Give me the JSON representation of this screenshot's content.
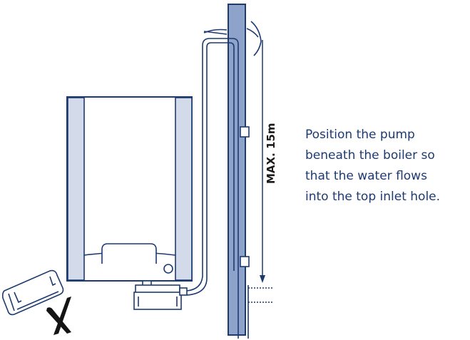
{
  "diagram": {
    "height_label": "MAX. 15m",
    "instruction_lines": [
      "Position the pump",
      "beneath the boiler so",
      "that the water flows",
      "into the top inlet hole."
    ],
    "colors": {
      "line": "#1d3a72",
      "wall_fill": "#8ea3c9",
      "side_panel_fill": "#d3dbeb",
      "text": "#1d3a72"
    },
    "icons": {
      "wrong_placement_mark": "x-cross-icon"
    }
  }
}
